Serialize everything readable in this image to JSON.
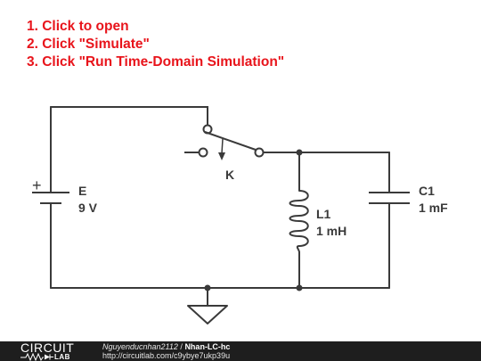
{
  "instructions": [
    "1. Click to open",
    "2. Click \"Simulate\"",
    "3. Click \"Run Time-Domain Simulation\""
  ],
  "components": {
    "battery": {
      "name": "E",
      "value": "9 V",
      "plus_sign": "+"
    },
    "switch": {
      "name": "K"
    },
    "inductor": {
      "name": "L1",
      "value": "1 mH"
    },
    "capacitor": {
      "name": "C1",
      "value": "1 mF"
    }
  },
  "footer": {
    "logo_top": "CIRCUIT",
    "logo_bottom": "LAB",
    "author": "Nguyenducnhan2112",
    "separator": " / ",
    "project": "Nhan-LC-hc",
    "url": "http://circuitlab.com/c9ybye7ukp39u"
  },
  "colors": {
    "instructions": "#e8141b",
    "wire": "#3a3a3a",
    "footer_bg": "#1e1e1e"
  }
}
